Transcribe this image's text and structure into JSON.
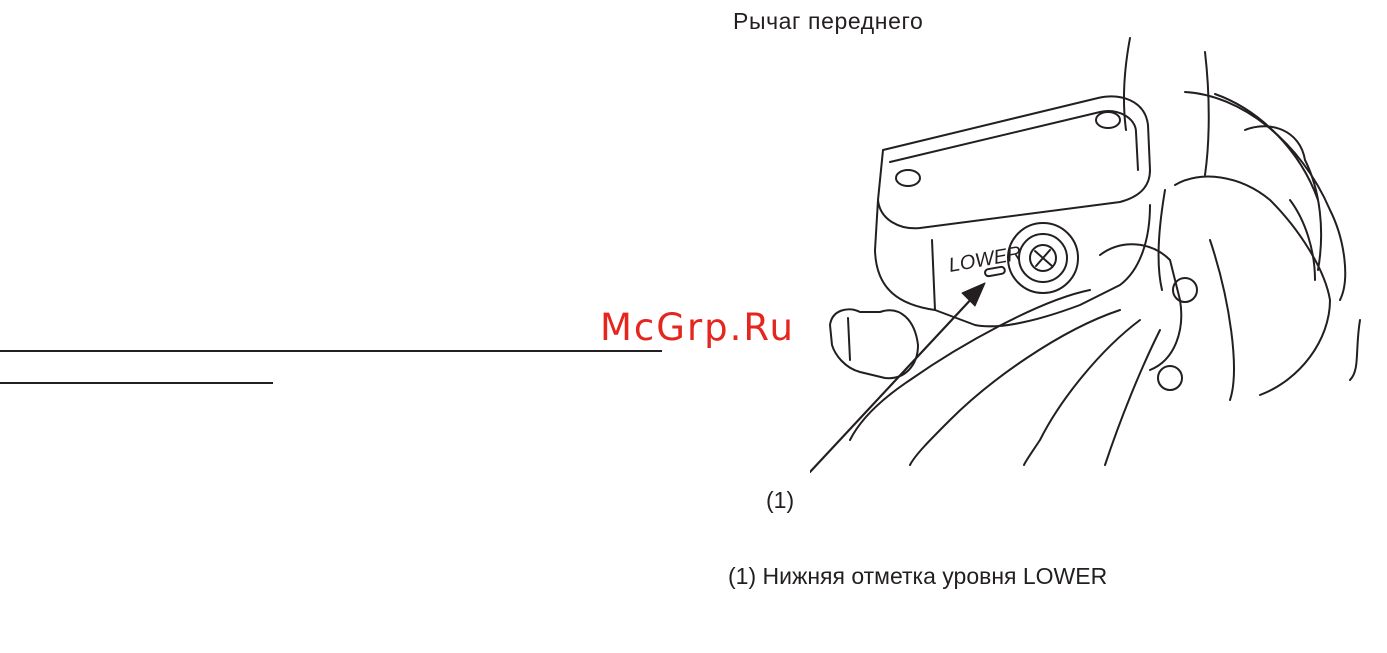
{
  "page": {
    "heading": "Рычаг переднего",
    "watermark": "McGrp.Ru",
    "callout_number": "(1)",
    "caption": "(1) Нижняя отметка уровня LOWER"
  },
  "illustration": {
    "label_on_reservoir": "LOWER"
  },
  "colors": {
    "text": "#231f20",
    "watermark": "#e5261f",
    "background": "#ffffff"
  }
}
